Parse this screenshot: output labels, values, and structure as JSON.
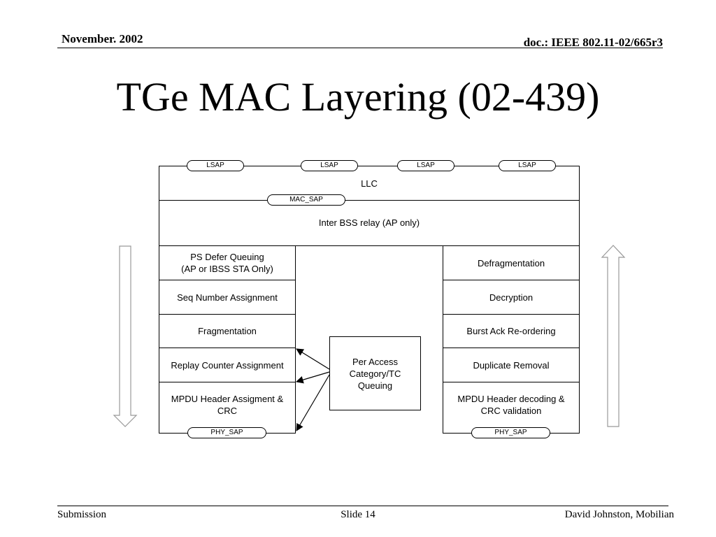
{
  "header": {
    "date": "November. 2002",
    "doc": "doc.: IEEE 802.11-02/665r3"
  },
  "slide": {
    "title": "TGe MAC Layering (02-439)"
  },
  "diagram": {
    "lsap_label": "LSAP",
    "mac_sap_label": "MAC_SAP",
    "phy_sap_label": "PHY_SAP",
    "llc_label": "LLC",
    "relay_label": "Inter BSS relay (AP only)",
    "tx_blocks": [
      "PS Defer Queuing\n(AP or IBSS STA Only)",
      "Seq Number Assignment",
      "Fragmentation",
      "Replay Counter Assignment",
      "MPDU Header Assigment &\nCRC"
    ],
    "rx_blocks": [
      "Defragmentation",
      "Decryption",
      "Burst Ack Re-ordering",
      "Duplicate Removal",
      "MPDU Header decoding &\nCRC validation"
    ],
    "queue_label": "Per Access\nCategory/TC\nQueuing"
  },
  "footer": {
    "left": "Submission",
    "center": "Slide 14",
    "right": "David Johnston, Mobilian"
  }
}
